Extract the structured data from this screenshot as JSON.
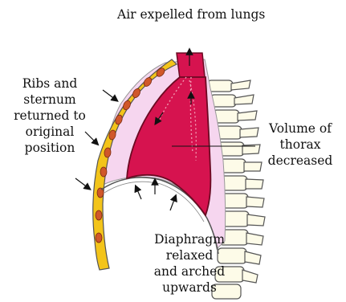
{
  "labels": {
    "air": "Air expelled from lungs",
    "ribs": [
      "Ribs and",
      "sternum",
      "returned to",
      "original",
      "position"
    ],
    "volume": [
      "Volume of",
      "thorax",
      "decreased"
    ],
    "diaphragm": [
      "Diaphragm",
      "relaxed",
      "and arched",
      "upwards"
    ]
  },
  "colors": {
    "lung": "#d6134f",
    "lung_outline": "#6b0a22",
    "pleura": "#f6d6ef",
    "ribs": "#f3c41a",
    "rib_spots": "#d0572a",
    "spine": "#fdfbe8"
  }
}
